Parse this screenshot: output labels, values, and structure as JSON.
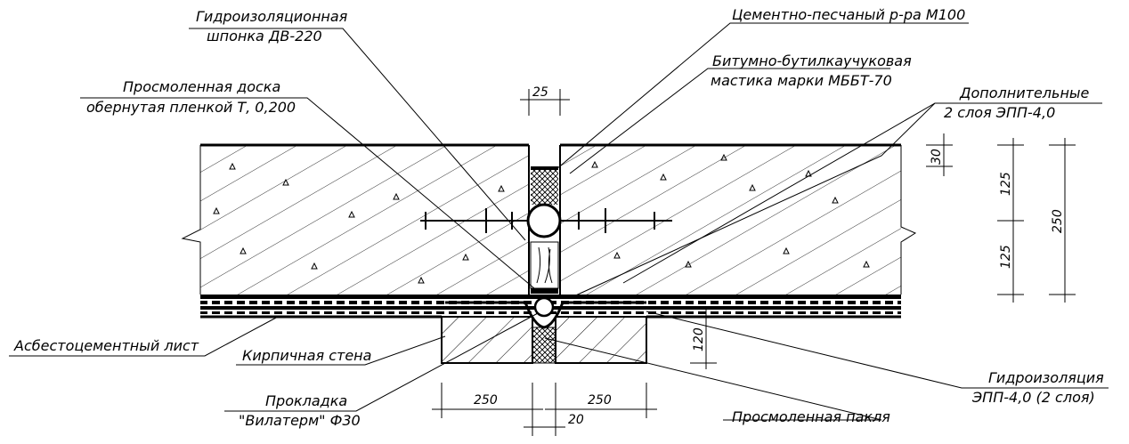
{
  "labels": {
    "shponka_1": "Гидроизоляционная",
    "shponka_2": "шпонка ДВ-220",
    "board_1": "Просмоленная доска",
    "board_2": "обернутая пленкой Т, 0,200",
    "mortar": "Цементно-песчаный р-ра М100",
    "mastic_1": "Битумно-бутилкаучуковая",
    "mastic_2": "мастика марки МББТ-70",
    "extra_1": "Дополнительные",
    "extra_2": "2 слоя    ЭПП-4,0",
    "asbestos": "Асбестоцементный лист",
    "brick": "Кирпичная стена",
    "gasket_1": "Прокладка",
    "gasket_2": "\"Вилатерм\" Ф30",
    "waterproof_1": "Гидроизоляция",
    "waterproof_2": "ЭПП-4,0 (2 слоя)",
    "oakum": "Просмоленная пакля"
  },
  "dimensions": {
    "gap": "25",
    "top_layer": "30",
    "upper_half": "125",
    "lower_half": "125",
    "total": "250",
    "pad": "120",
    "left_width": "250",
    "right_width": "250",
    "joint": "20"
  }
}
